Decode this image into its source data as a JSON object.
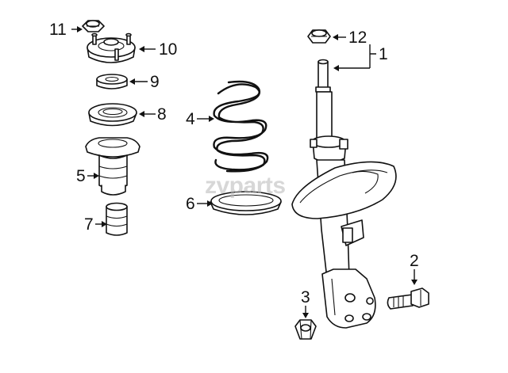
{
  "callouts": {
    "c1": "1",
    "c2": "2",
    "c3": "3",
    "c4": "4",
    "c5": "5",
    "c6": "6",
    "c7": "7",
    "c8": "8",
    "c9": "9",
    "c10": "10",
    "c11": "11",
    "c12": "12"
  },
  "watermark": "zvparts"
}
